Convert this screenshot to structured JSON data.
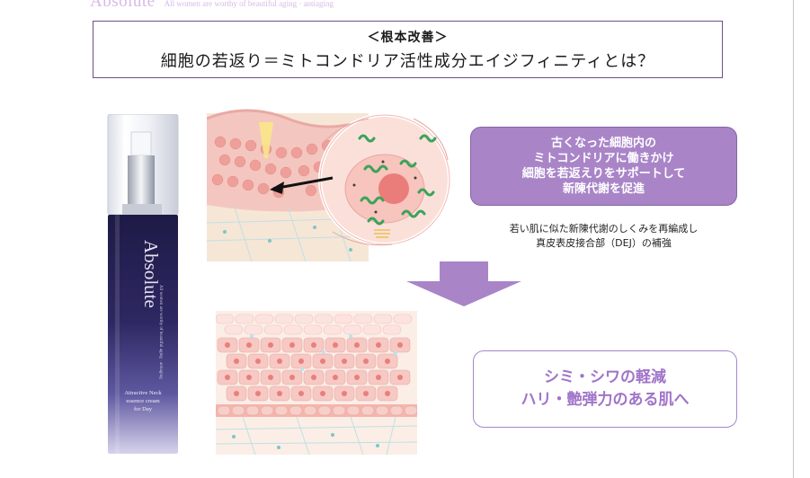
{
  "header": {
    "logo_text": "Absolute",
    "tagline": "All women are worthy of beautiful aging · antiaging"
  },
  "title": {
    "label": "＜根本改善＞",
    "main": "細胞の若返り＝ミトコンドリア活性成分エイジフィニティとは？"
  },
  "product": {
    "brand": "Absolute",
    "sub_lines": [
      "Attractive Neck",
      "essence cream",
      "for Day"
    ],
    "spine_text": "All women are worthy of beautiful aging · antiaging"
  },
  "callout": {
    "lines": [
      "古くなった細胞内の",
      "ミトコンドリアに働きかけ",
      "細胞を若返えりをサポートして",
      "新陳代謝を促進"
    ]
  },
  "description": {
    "lines": [
      "若い肌に似た新陳代謝のしくみを再編成し",
      "真皮表皮接合部（DEJ）の補強"
    ]
  },
  "result": {
    "lines": [
      "シミ・シワの軽減",
      "ハリ・艶弾力のある肌へ"
    ]
  },
  "colors": {
    "accent_purple": "#a985c8",
    "result_text": "#a074c9",
    "title_border": "#6f4e85",
    "bottle_navy": "#2a2456"
  },
  "icons": {
    "down_arrow": "down-arrow-icon",
    "pointer_arrow": "left-arrow-icon"
  }
}
